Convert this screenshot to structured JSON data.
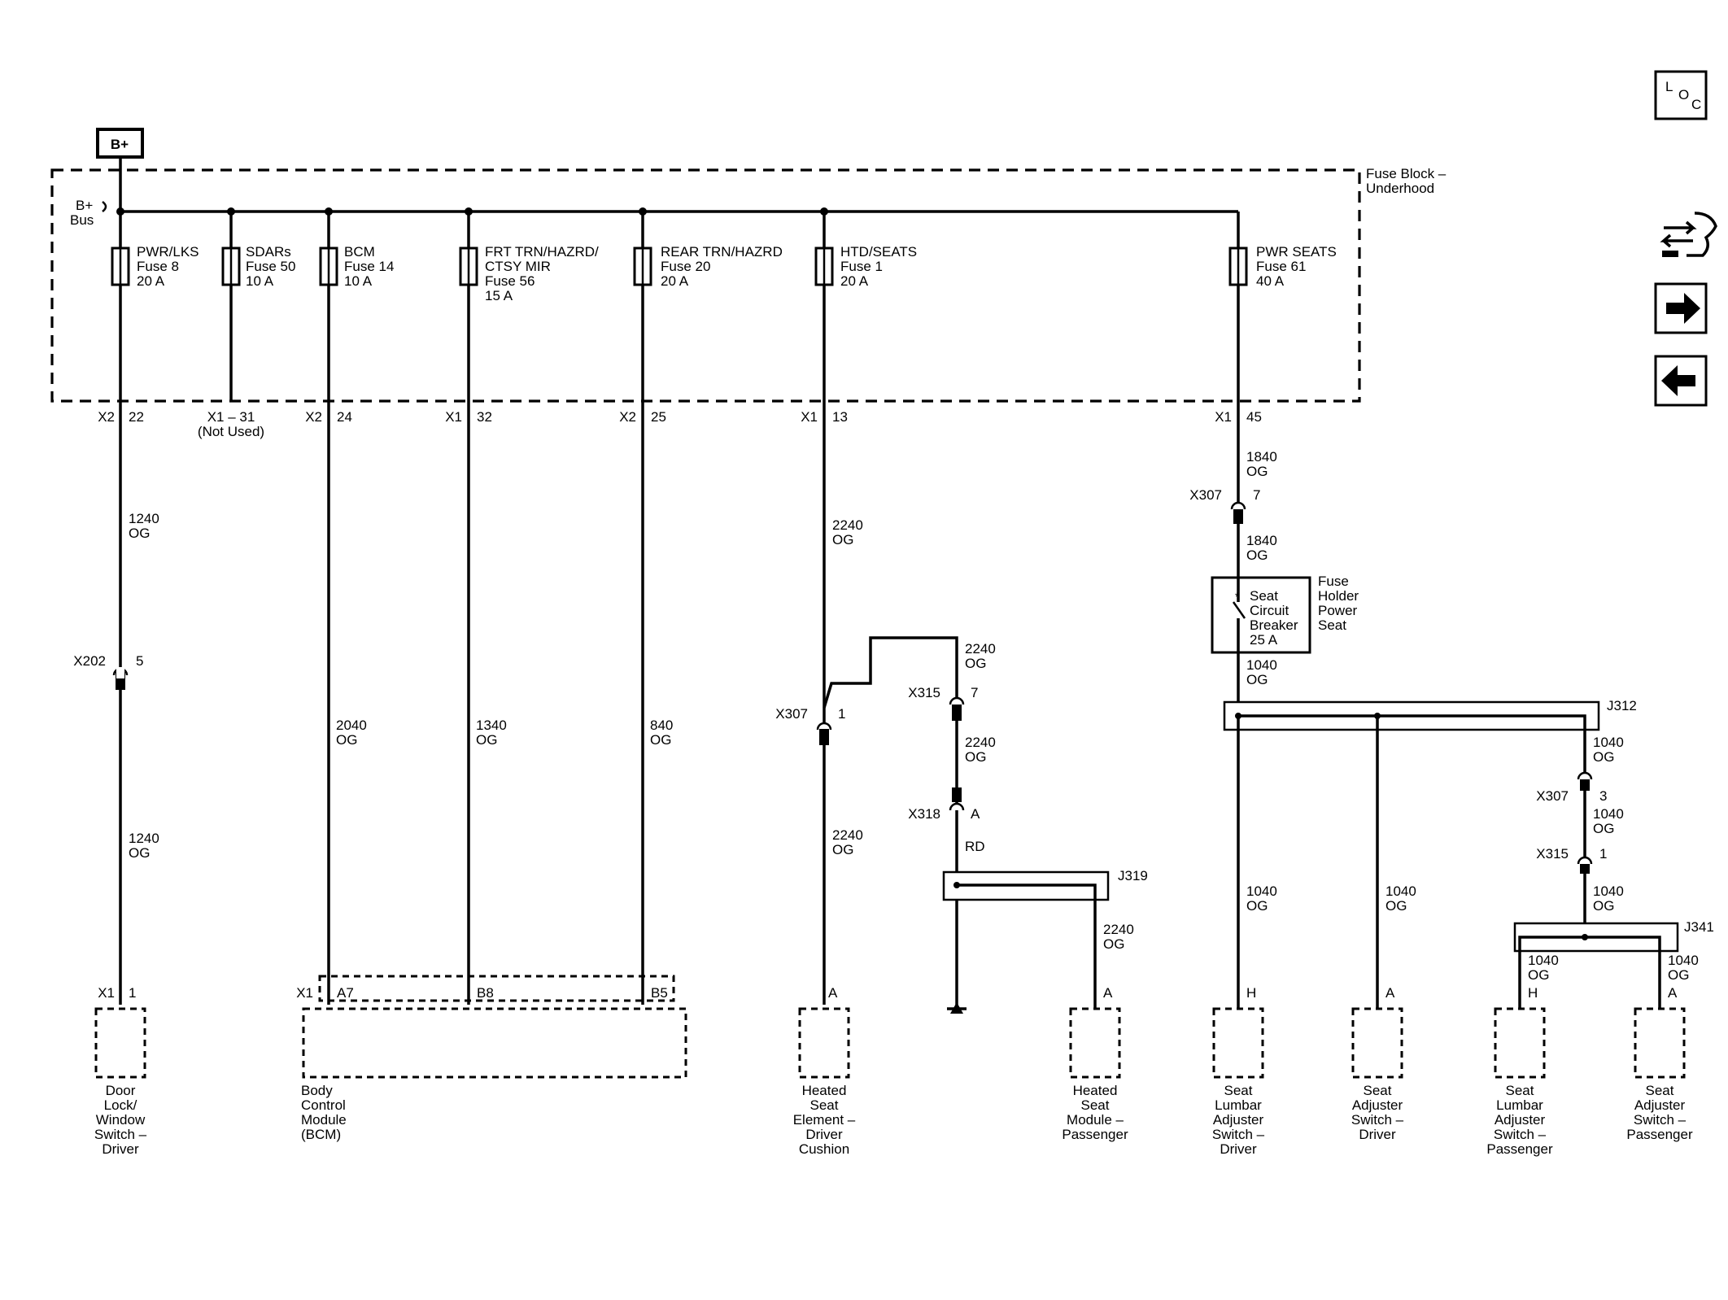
{
  "power_source": "B+",
  "fuse_block": {
    "title": [
      "Fuse Block –",
      "Underhood"
    ],
    "bus_label": [
      "B+",
      "Bus"
    ]
  },
  "fuses": [
    {
      "lines": [
        "PWR/LKS",
        "Fuse 8",
        "20 A"
      ]
    },
    {
      "lines": [
        "SDARs",
        "Fuse 50",
        "10 A"
      ]
    },
    {
      "lines": [
        "BCM",
        "Fuse 14",
        "10 A"
      ]
    },
    {
      "lines": [
        "FRT TRN/HAZRD/",
        "CTSY MIR",
        "Fuse 56",
        "15 A"
      ]
    },
    {
      "lines": [
        "REAR TRN/HAZRD",
        "Fuse 20",
        "20 A"
      ]
    },
    {
      "lines": [
        "HTD/SEATS",
        "Fuse 1",
        "20 A"
      ]
    },
    {
      "lines": [
        "PWR SEATS",
        "Fuse 61",
        "40 A"
      ]
    }
  ],
  "pins": [
    {
      "connector": "X2",
      "pin": "22"
    },
    {
      "connector": "X1 – 31",
      "pin": "",
      "note": "(Not Used)"
    },
    {
      "connector": "X2",
      "pin": "24"
    },
    {
      "connector": "X1",
      "pin": "32"
    },
    {
      "connector": "X2",
      "pin": "25"
    },
    {
      "connector": "X1",
      "pin": "13"
    },
    {
      "connector": "X1",
      "pin": "45"
    }
  ],
  "wire_labels": [
    [
      "1240",
      "OG"
    ],
    [
      "1240",
      "OG"
    ],
    [
      "2040",
      "OG"
    ],
    [
      "1340",
      "OG"
    ],
    [
      "840",
      "OG"
    ],
    [
      "2240",
      "OG"
    ],
    [
      "2240",
      "OG"
    ],
    [
      "2240",
      "OG"
    ],
    [
      "2240",
      "OG"
    ],
    [
      "RD"
    ],
    [
      "2240",
      "OG"
    ],
    [
      "1840",
      "OG"
    ],
    [
      "1840",
      "OG"
    ],
    [
      "1040",
      "OG"
    ],
    [
      "1040",
      "OG"
    ],
    [
      "1040",
      "OG"
    ],
    [
      "1040",
      "OG"
    ],
    [
      "1040",
      "OG"
    ],
    [
      "1040",
      "OG"
    ],
    [
      "1040",
      "OG"
    ],
    [
      "1040",
      "OG"
    ]
  ],
  "inline_connectors": [
    {
      "name": "X202",
      "pin": "5"
    },
    {
      "name": "X307",
      "pin": "1"
    },
    {
      "name": "X315",
      "pin": "7"
    },
    {
      "name": "X318",
      "pin": "A"
    },
    {
      "name": "X307",
      "pin": "7"
    },
    {
      "name": "X307",
      "pin": "3"
    },
    {
      "name": "X315",
      "pin": "1"
    }
  ],
  "splices": [
    "J319",
    "J312",
    "J341"
  ],
  "circuit_breaker": {
    "lines": [
      "Seat",
      "Circuit",
      "Breaker",
      "25 A"
    ],
    "holder": [
      "Fuse",
      "Holder",
      "Power",
      "Seat"
    ]
  },
  "components": [
    {
      "conn": "X1",
      "pin": "1",
      "name": [
        "Door",
        "Lock/",
        "Window",
        "Switch –",
        "Driver"
      ]
    },
    {
      "conn": "X1",
      "pins": [
        "A7",
        "B8",
        "B5"
      ],
      "name": [
        "Body",
        "Control",
        "Module",
        "(BCM)"
      ]
    },
    {
      "pin": "A",
      "name": [
        "Heated",
        "Seat",
        "Element –",
        "Driver",
        "Cushion"
      ]
    },
    {
      "pin": "A",
      "name": [
        "Heated",
        "Seat",
        "Module –",
        "Passenger"
      ]
    },
    {
      "pin": "H",
      "name": [
        "Seat",
        "Lumbar",
        "Adjuster",
        "Switch –",
        "Driver"
      ]
    },
    {
      "pin": "A",
      "name": [
        "Seat",
        "Adjuster",
        "Switch –",
        "Driver"
      ]
    },
    {
      "pin": "H",
      "name": [
        "Seat",
        "Lumbar",
        "Adjuster",
        "Switch –",
        "Passenger"
      ]
    },
    {
      "pin": "A",
      "name": [
        "Seat",
        "Adjuster",
        "Switch –",
        "Passenger"
      ]
    }
  ],
  "nav": {
    "loc": [
      "L",
      "O",
      "C"
    ]
  }
}
